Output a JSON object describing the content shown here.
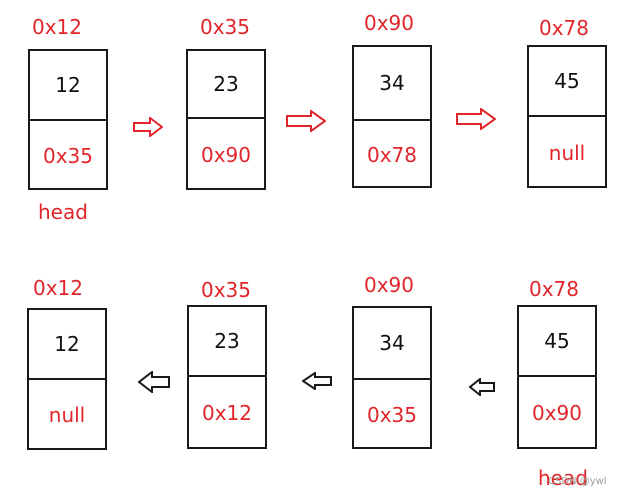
{
  "top_row": {
    "nodes": [
      {
        "address": "0x12",
        "value": "12",
        "next": "0x35"
      },
      {
        "address": "0x35",
        "value": "23",
        "next": "0x90"
      },
      {
        "address": "0x90",
        "value": "34",
        "next": "0x78"
      },
      {
        "address": "0x78",
        "value": "45",
        "next": "null"
      }
    ],
    "head_label": "head"
  },
  "bottom_row": {
    "nodes": [
      {
        "address": "0x12",
        "value": "12",
        "next": "null"
      },
      {
        "address": "0x35",
        "value": "23",
        "next": "0x12"
      },
      {
        "address": "0x90",
        "value": "34",
        "next": "0x35"
      },
      {
        "address": "0x78",
        "value": "45",
        "next": "0x90"
      }
    ],
    "head_label": "head"
  },
  "watermark": "CSDN @ywl",
  "colors": {
    "accent": "#e0262b",
    "outline": "#1a1a1a"
  }
}
